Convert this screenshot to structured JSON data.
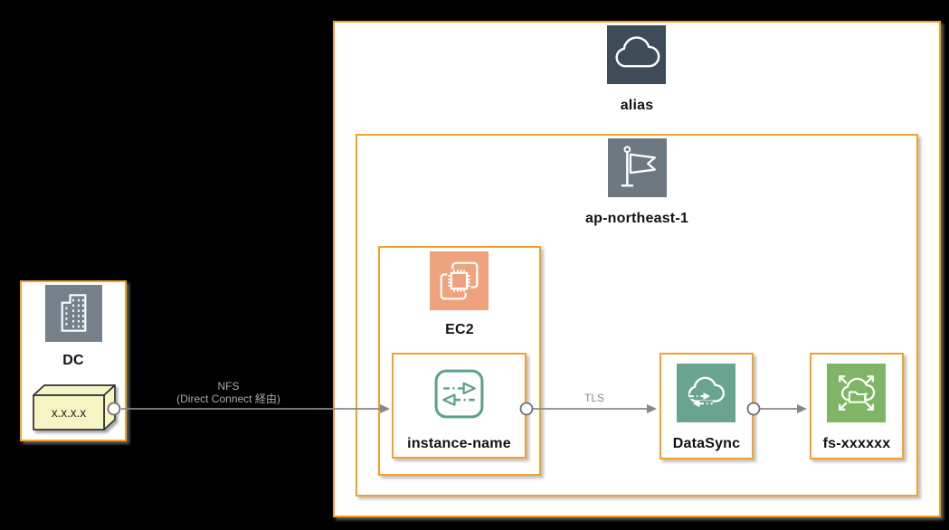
{
  "nodes": {
    "dc": {
      "label": "DC"
    },
    "source_host": {
      "label": "x.x.x.x"
    },
    "aws_cloud": {
      "label": "alias"
    },
    "region": {
      "label": "ap-northeast-1"
    },
    "ec2": {
      "label": "EC2"
    },
    "instance": {
      "label": "instance-name"
    },
    "datasync": {
      "label": "DataSync"
    },
    "efs": {
      "label": "fs-xxxxxx"
    }
  },
  "edges": {
    "nfs": {
      "label_line1": "NFS",
      "label_line2": "(Direct Connect 経由)"
    },
    "tls": {
      "label": "TLS"
    },
    "datasync_to_efs": {
      "label": ""
    }
  },
  "icons": {
    "dc": "building-icon",
    "aws_cloud": "cloud-icon",
    "region": "flag-icon",
    "ec2": "chip-icon",
    "instance": "transfer-arrows-icon",
    "datasync": "cloud-sync-icon",
    "efs": "cloud-folder-expand-icon"
  },
  "colors": {
    "background": "#000000",
    "frame_orange": "#F5A128",
    "box_fill": "#FFFFFF",
    "label_text": "#111111",
    "edge_line": "#878787",
    "edge_label_on_black": "#ABABAB",
    "edge_label_on_white": "#8C8C8C",
    "dc_icon_bg": "#75808A",
    "cloud_icon_bg": "#3F4B57",
    "region_icon_bg": "#6E7881",
    "ec2_icon_bg": "#EDA37E",
    "instance_icon_stroke": "#5CA08E",
    "datasync_icon_bg": "#68A490",
    "efs_icon_bg": "#7FB565",
    "node_box_fill": "#F5F5C4",
    "node_box_stroke": "#2F2F2F"
  }
}
